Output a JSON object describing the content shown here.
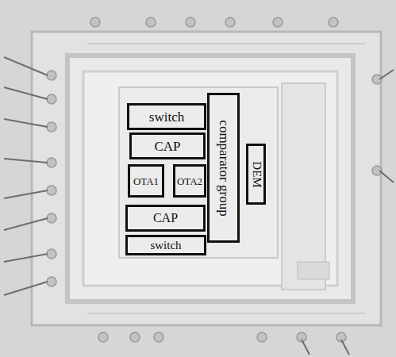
{
  "diagram": {
    "nodes": [
      {
        "text": [
          "switch"
        ]
      },
      {
        "text": [
          "CAP"
        ]
      },
      {
        "text": [
          "OTA1"
        ]
      },
      {
        "text": [
          "OTA2"
        ]
      },
      {
        "text": [
          "CAP"
        ]
      },
      {
        "text": [
          "switch"
        ]
      },
      {
        "text": [
          "comparator group"
        ]
      },
      {
        "text": [
          "DEM"
        ]
      }
    ]
  }
}
